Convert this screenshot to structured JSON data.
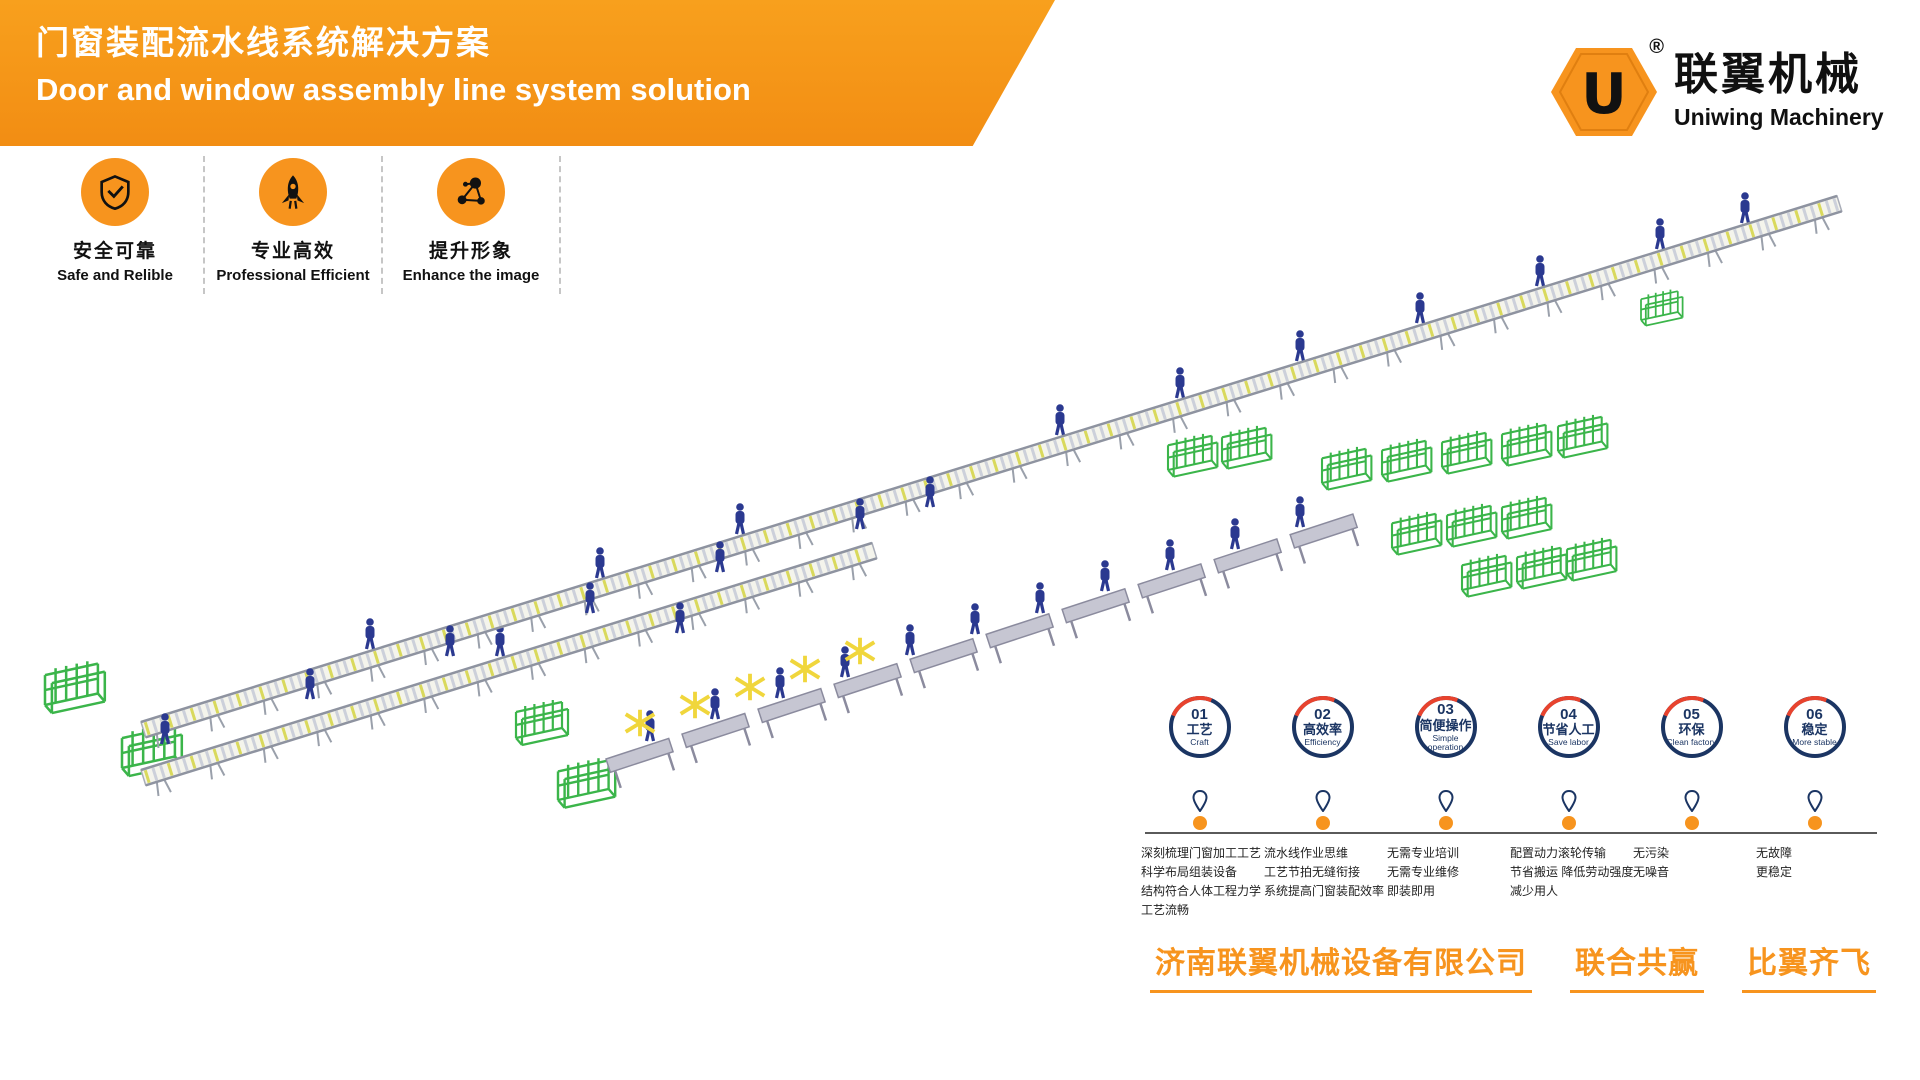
{
  "colors": {
    "accent": "#f7941e",
    "navy": "#1b3563",
    "red": "#e8432e",
    "green": "#3bb54a",
    "worker": "#2b3990",
    "roller": "#d9d95c",
    "frame": "#f0d63c"
  },
  "header": {
    "title_zh": "门窗装配流水线系统解决方案",
    "title_en": "Door and window assembly line system solution"
  },
  "logo": {
    "letter": "U",
    "registered": "®",
    "brand_zh": "联翼机械",
    "brand_en": "Uniwing Machinery"
  },
  "features": [
    {
      "icon": "shield-icon",
      "label_zh": "安全可靠",
      "label_en": "Safe and Relible"
    },
    {
      "icon": "rocket-icon",
      "label_zh": "专业高效",
      "label_en": "Professional Efficient"
    },
    {
      "icon": "molecule-icon",
      "label_zh": "提升形象",
      "label_en": "Enhance the image"
    }
  ],
  "timeline": [
    {
      "num": "01",
      "zh": "工艺",
      "en": "Craft",
      "desc": [
        "深刻梳理门窗加工工艺",
        "科学布局组装设备",
        "结构符合人体工程力学",
        "工艺流畅"
      ]
    },
    {
      "num": "02",
      "zh": "高效率",
      "en": "Efficiency",
      "desc": [
        "流水线作业思维",
        "工艺节拍无缝衔接",
        "系统提高门窗装配效率"
      ]
    },
    {
      "num": "03",
      "zh": "简便操作",
      "en": "Simple operation",
      "desc": [
        "无需专业培训",
        "无需专业维修",
        "即装即用"
      ]
    },
    {
      "num": "04",
      "zh": "节省人工",
      "en": "Save labor",
      "desc": [
        "配置动力滚轮传输",
        "节省搬运 降低劳动强度",
        "减少用人"
      ]
    },
    {
      "num": "05",
      "zh": "环保",
      "en": "Clean factory",
      "desc": [
        "无污染",
        "无噪音"
      ]
    },
    {
      "num": "06",
      "zh": "稳定",
      "en": "More stable",
      "desc": [
        "无故障",
        "更稳定"
      ]
    }
  ],
  "footer": {
    "company": "济南联翼机械设备有限公司",
    "slogan_1": "联合共赢",
    "slogan_2": "比翼齐飞"
  }
}
